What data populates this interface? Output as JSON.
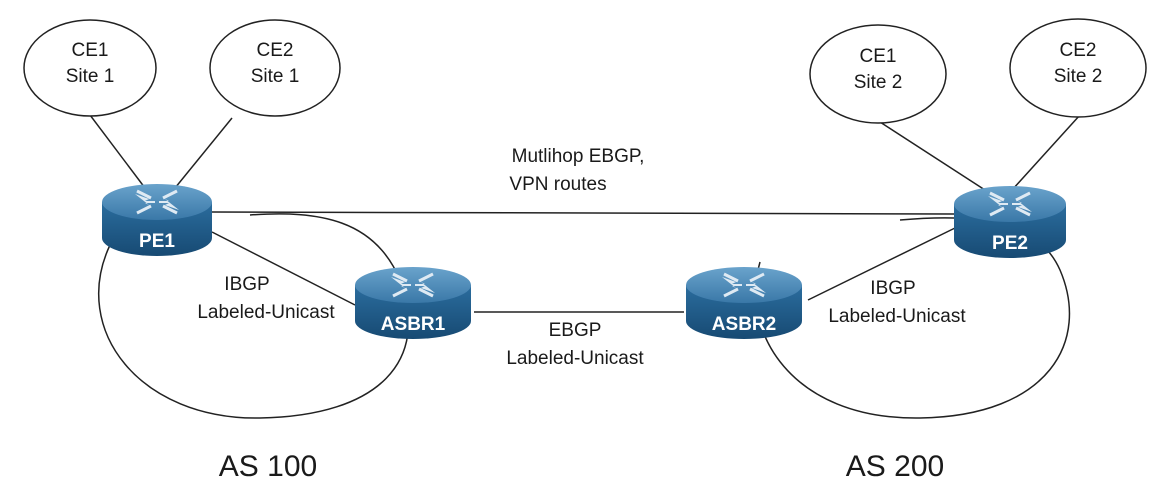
{
  "ce_nodes": {
    "ce1_site1": {
      "line1": "CE1",
      "line2": "Site 1"
    },
    "ce2_site1": {
      "line1": "CE2",
      "line2": "Site 1"
    },
    "ce1_site2": {
      "line1": "CE1",
      "line2": "Site 2"
    },
    "ce2_site2": {
      "line1": "CE2",
      "line2": "Site 2"
    }
  },
  "routers": {
    "pe1": "PE1",
    "pe2": "PE2",
    "asbr1": "ASBR1",
    "asbr2": "ASBR2"
  },
  "links": {
    "multihop": {
      "line1": "Mutlihop EBGP,",
      "line2": "VPN routes"
    },
    "ibgp_left": {
      "line1": "IBGP",
      "line2": "Labeled-Unicast"
    },
    "ebgp": {
      "line1": "EBGP",
      "line2": "Labeled-Unicast"
    },
    "ibgp_right": {
      "line1": "IBGP",
      "line2": "Labeled-Unicast"
    }
  },
  "as_labels": {
    "left": "AS 100",
    "right": "AS 200"
  },
  "colors": {
    "router_top": "#3a78a8",
    "router_body": "#1f5f8f",
    "line": "#222222"
  }
}
